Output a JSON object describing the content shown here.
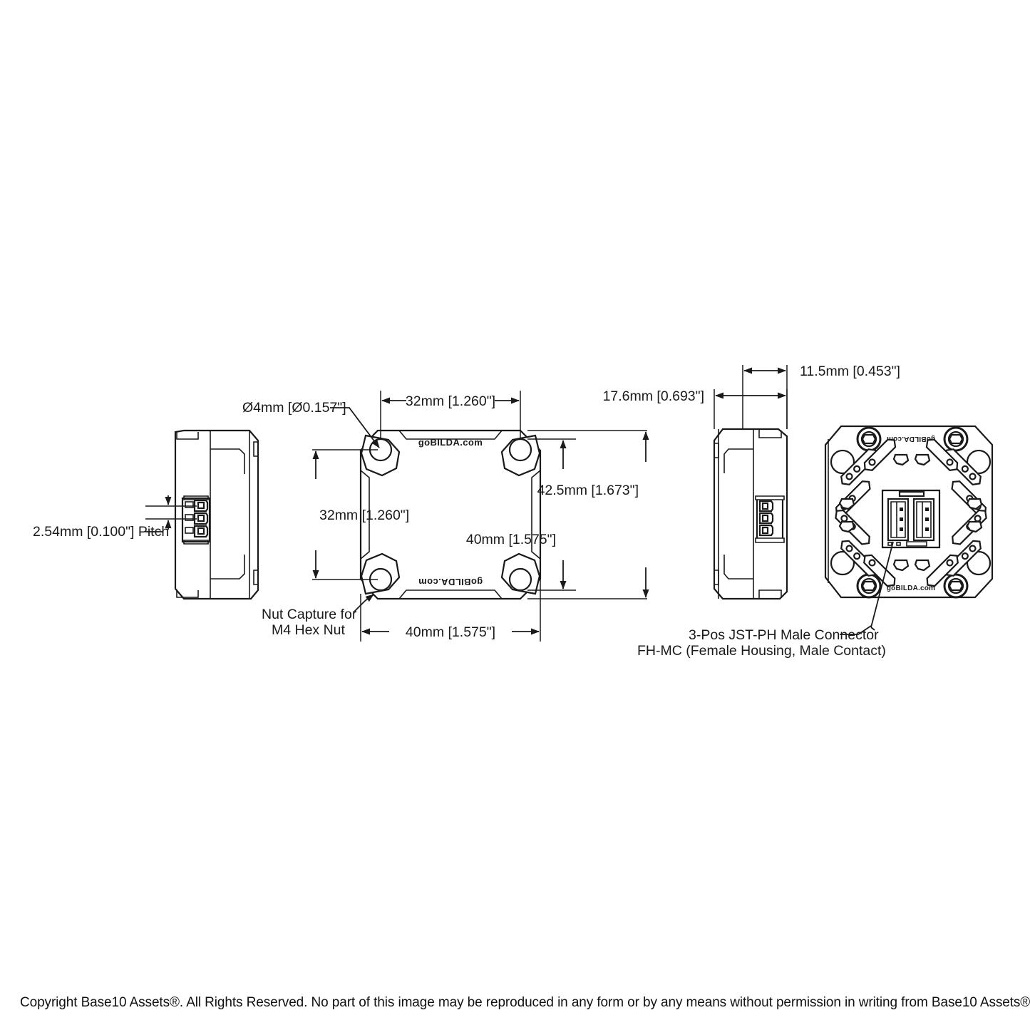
{
  "document": {
    "type": "engineering-drawing",
    "title": "goBILDA Sensor Module Dimensional Drawing",
    "views": [
      "left-side-view",
      "front-view",
      "right-side-view",
      "back-view"
    ]
  },
  "dimensions": {
    "pitch": "2.54mm [0.100\"] Pitch",
    "hole_diameter": "Ø4mm [Ø0.157\"]",
    "hole_spacing_horizontal": "32mm [1.260\"]",
    "hole_spacing_vertical": "32mm [1.260\"]",
    "body_width": "40mm [1.575\"]",
    "body_height": "40mm [1.575\"]",
    "overall_height": "42.5mm [1.673\"]",
    "depth_total": "17.6mm [0.693\"]",
    "depth_body": "11.5mm [0.453\"]"
  },
  "annotations": {
    "nut_capture_line1": "Nut Capture for",
    "nut_capture_line2": "M4 Hex Nut",
    "connector_line1": "3-Pos JST-PH Male Connector",
    "connector_line2": "FH-MC (Female Housing, Male Contact)"
  },
  "branding": {
    "front_top": "goBILDA.com",
    "front_bottom": "goBILDA.com",
    "back_top": "goBILDA.com",
    "back_bottom": "goBILDA.com"
  },
  "footer": {
    "copyright": "Copyright Base10 Assets®.  All Rights Reserved. No part of this image may be reproduced in any form or by any means without permission in writing from Base10 Assets®."
  },
  "colors": {
    "line": "#1a1a1a",
    "background": "#ffffff"
  }
}
